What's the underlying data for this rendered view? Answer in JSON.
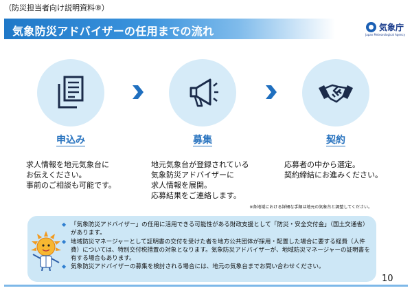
{
  "header": {
    "note": "（防災担当者向け説明資料⑧）",
    "title": "気象防災アドバイザーの任用までの流れ",
    "logo_text": "気象庁",
    "logo_sub": "Japan Meteorological Agency"
  },
  "steps": [
    {
      "title": "申込み",
      "icon": "document-icon",
      "lines": [
        "求人情報を地元気象台に",
        "お伝えください。",
        "事前のご相談も可能です。"
      ]
    },
    {
      "title": "募集",
      "icon": "megaphone-icon",
      "lines": [
        "地元気象台が登録されている",
        "気象防災アドバイザーに",
        "求人情報を展開。",
        "応募結果をご連絡します。"
      ]
    },
    {
      "title": "契約",
      "icon": "handshake-icon",
      "lines": [
        "応募者の中から選定。",
        "契約締結にお進みください。"
      ]
    }
  ],
  "footnote": "※各地域における詳細な手順は地元の気象台と調整してください。",
  "info": {
    "items": [
      "「気象防災アドバイザー」の任用に活用できる可能性がある財政支援として「防災・安全交付金」（国土交通省）があります。",
      "地域防災マネージャーとして証明書の交付を受けた者を地方公共団体が採用・配置した場合に要する経費（人件費）については、特別交付税措置の対象となります。気象防災アドバイザーが、地域防災マネージャーの証明書を有する場合もあります。",
      "気象防災アドバイザーの募集を検討される場合には、地元の気象台までお問い合わせください。"
    ]
  },
  "page_number": "10",
  "colors": {
    "accent": "#2b75c0",
    "circle": "#d6ebf8",
    "arrow": "#1f6fbf",
    "info_bg": "#cde7f6"
  }
}
